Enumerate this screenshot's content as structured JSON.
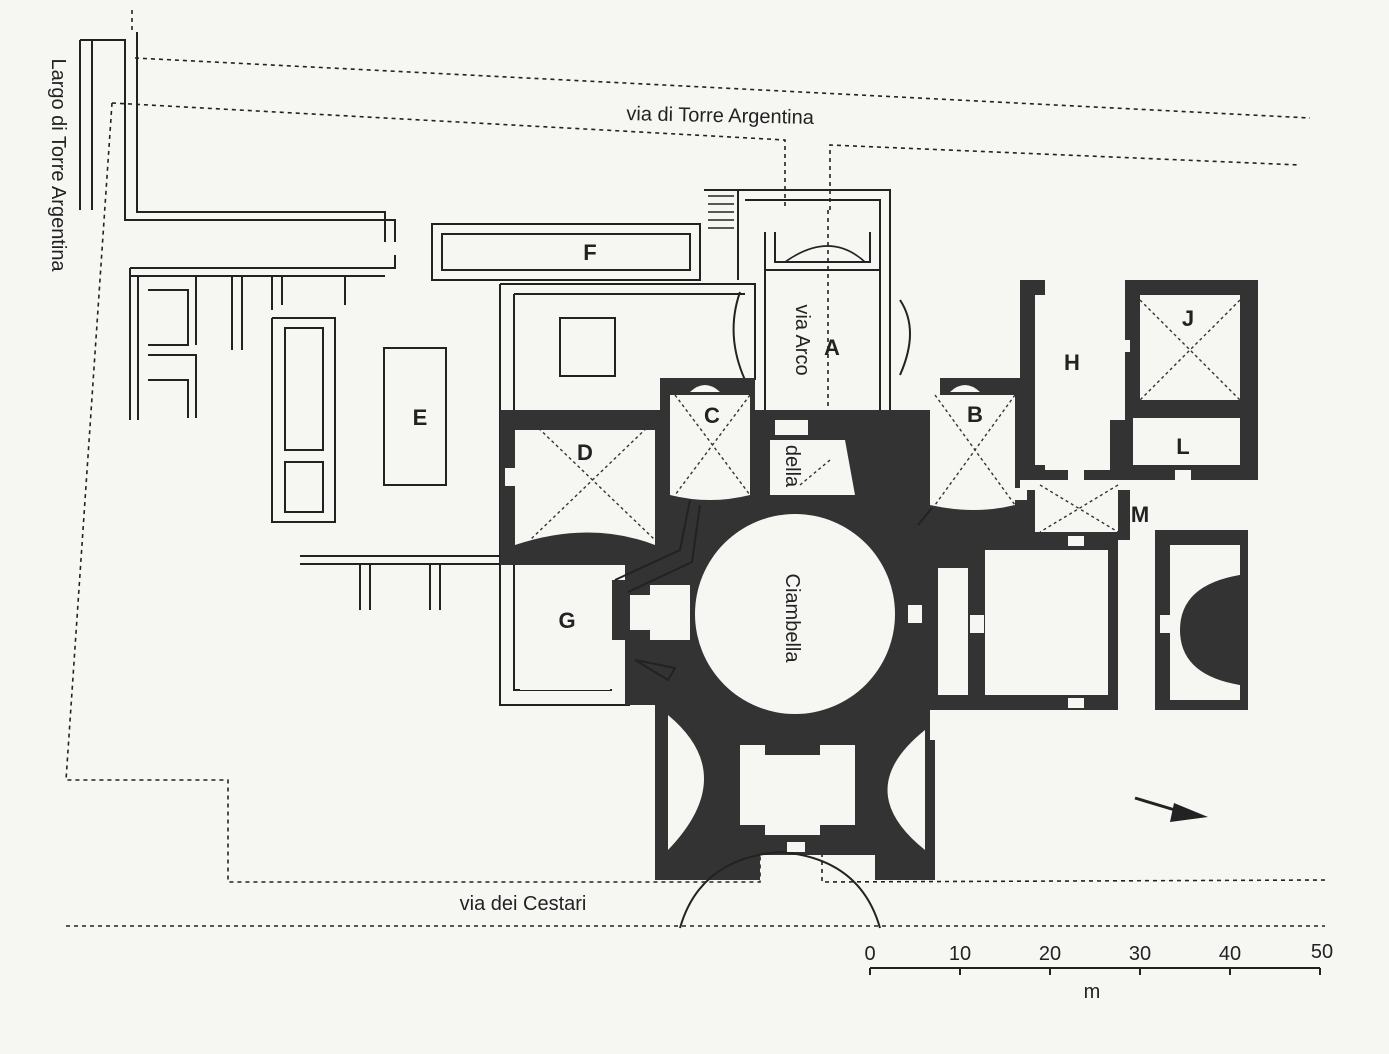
{
  "streets": {
    "north": "via di Torre Argentina",
    "west": "Largo di Torre Argentina",
    "south": "via dei Cestari",
    "arco_1": "via Arco",
    "arco_2": "della",
    "arco_3": "Ciambella"
  },
  "rooms": [
    "A",
    "B",
    "C",
    "D",
    "E",
    "F",
    "G",
    "H",
    "J",
    "L",
    "M"
  ],
  "scale": {
    "ticks": [
      "0",
      "10",
      "20",
      "30",
      "40",
      "50"
    ],
    "unit": "m"
  },
  "north_arrow_icon": "arrow-icon"
}
